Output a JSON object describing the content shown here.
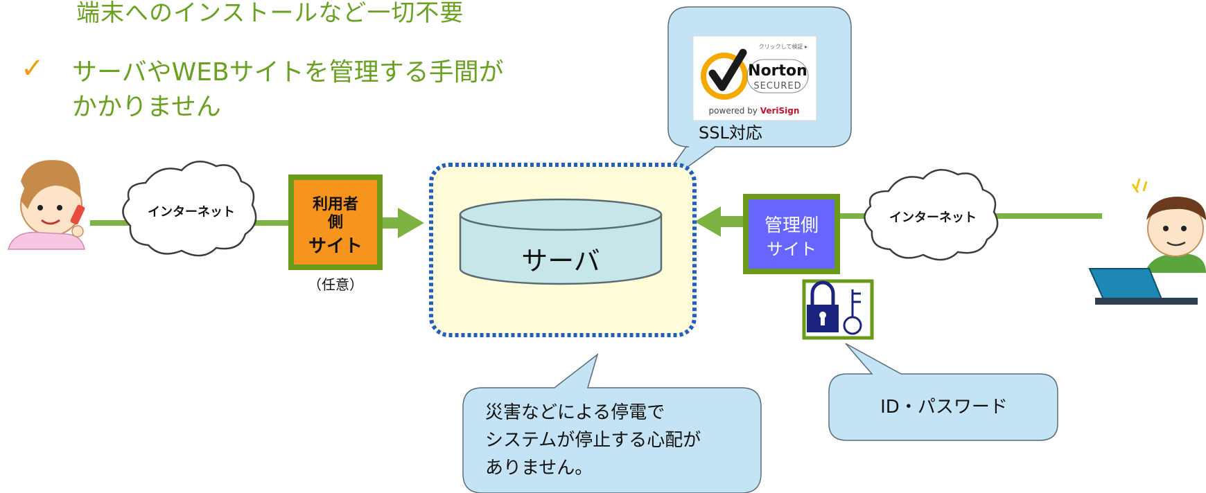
{
  "bullets": {
    "line_top": "端末へのインストールなど一切不要",
    "check_mark": "✓",
    "item2_line1": "サーバやWEBサイトを管理する手間が",
    "item2_line2": "かかりません"
  },
  "norton": {
    "top_note": "クリックして検証 ▸",
    "brand": "Norton",
    "secured": "SECURED",
    "powered_by": "powered by ",
    "verisign": "VeriSign"
  },
  "callouts": {
    "ssl": "SSL対応",
    "outage_line1": "災害などによる停電で",
    "outage_line2": "システムが停止する心配が",
    "outage_line3": "ありません。",
    "id_password": "ID・パスワード"
  },
  "diagram": {
    "internet_left": "インターネット",
    "internet_right": "インターネット",
    "user_site_line1": "利用者",
    "user_site_line2": "側",
    "user_site_line3": "サイト",
    "user_site_note": "（任意）",
    "server": "サーバ",
    "admin_site_line1": "管理側",
    "admin_site_line2": "サイト"
  },
  "colors": {
    "green_text": "#6aa121",
    "connector_green": "#7cb342",
    "box_border_green": "#6b9a1b",
    "user_site_fill": "#f7941d",
    "admin_site_fill": "#6666ff",
    "server_area_fill": "#fffcd9",
    "server_area_border": "#1f5fbf",
    "server_cylinder_fill": "#c6e6ea",
    "callout_fill": "#c4e4f5",
    "lock_fill": "#1a237e"
  },
  "icons": {
    "check": "check-icon",
    "cloud": "cloud-icon",
    "database": "database-icon",
    "lock": "padlock-icon",
    "key": "key-icon",
    "woman": "woman-with-phone-icon",
    "man": "man-with-laptop-icon",
    "norton_badge": "norton-secured-badge"
  }
}
